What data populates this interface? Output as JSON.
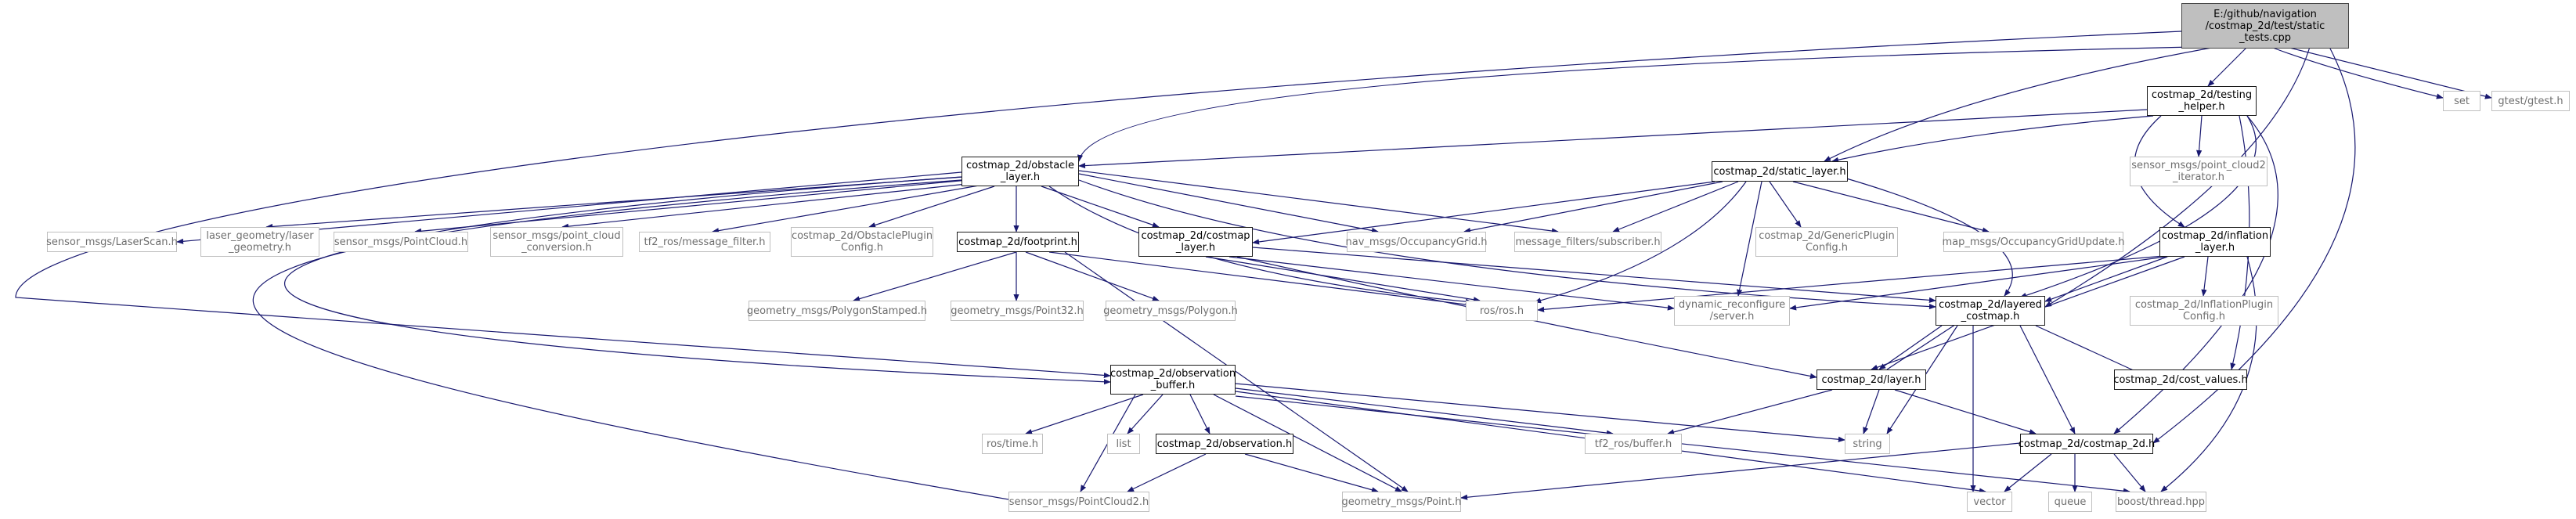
{
  "colors": {
    "edge": "#191970",
    "root_fill": "#bfbfbf",
    "documented_border": "#000000",
    "external_border": "#bfbfbf"
  },
  "nodes": {
    "root": {
      "lines": [
        "E:/github/navigation",
        "/costmap_2d/test/static",
        "_tests.cpp"
      ]
    },
    "testing_helper": {
      "lines": [
        "costmap_2d/testing",
        "_helper.h"
      ]
    },
    "set": {
      "lines": [
        "set"
      ]
    },
    "gtest": {
      "lines": [
        "gtest/gtest.h"
      ]
    },
    "obstacle_layer": {
      "lines": [
        "costmap_2d/obstacle",
        "_layer.h"
      ]
    },
    "static_layer": {
      "lines": [
        "costmap_2d/static_layer.h"
      ]
    },
    "point_cloud2_iterator": {
      "lines": [
        "sensor_msgs/point_cloud2",
        "_iterator.h"
      ]
    },
    "laser_scan": {
      "lines": [
        "sensor_msgs/LaserScan.h"
      ]
    },
    "laser_geometry": {
      "lines": [
        "laser_geometry/laser",
        "_geometry.h"
      ]
    },
    "point_cloud": {
      "lines": [
        "sensor_msgs/PointCloud.h"
      ]
    },
    "point_cloud_conversion": {
      "lines": [
        "sensor_msgs/point_cloud",
        "_conversion.h"
      ]
    },
    "message_filter": {
      "lines": [
        "tf2_ros/message_filter.h"
      ]
    },
    "obstacle_plugin_config": {
      "lines": [
        "costmap_2d/ObstaclePlugin",
        "Config.h"
      ]
    },
    "footprint": {
      "lines": [
        "costmap_2d/footprint.h"
      ]
    },
    "costmap_layer": {
      "lines": [
        "costmap_2d/costmap",
        "_layer.h"
      ]
    },
    "occupancy_grid": {
      "lines": [
        "nav_msgs/OccupancyGrid.h"
      ]
    },
    "subscriber": {
      "lines": [
        "message_filters/subscriber.h"
      ]
    },
    "generic_plugin_config": {
      "lines": [
        "costmap_2d/GenericPlugin",
        "Config.h"
      ]
    },
    "occupancy_grid_update": {
      "lines": [
        "map_msgs/OccupancyGridUpdate.h"
      ]
    },
    "inflation_layer": {
      "lines": [
        "costmap_2d/inflation",
        "_layer.h"
      ]
    },
    "polygon_stamped": {
      "lines": [
        "geometry_msgs/PolygonStamped.h"
      ]
    },
    "point32": {
      "lines": [
        "geometry_msgs/Point32.h"
      ]
    },
    "polygon": {
      "lines": [
        "geometry_msgs/Polygon.h"
      ]
    },
    "ros": {
      "lines": [
        "ros/ros.h"
      ]
    },
    "dynamic_reconfigure_server": {
      "lines": [
        "dynamic_reconfigure",
        "/server.h"
      ]
    },
    "layered_costmap": {
      "lines": [
        "costmap_2d/layered",
        "_costmap.h"
      ]
    },
    "inflation_plugin_config": {
      "lines": [
        "costmap_2d/InflationPlugin",
        "Config.h"
      ]
    },
    "observation_buffer": {
      "lines": [
        "costmap_2d/observation",
        "_buffer.h"
      ]
    },
    "layer": {
      "lines": [
        "costmap_2d/layer.h"
      ]
    },
    "cost_values": {
      "lines": [
        "costmap_2d/cost_values.h"
      ]
    },
    "ros_time": {
      "lines": [
        "ros/time.h"
      ]
    },
    "list": {
      "lines": [
        "list"
      ]
    },
    "observation": {
      "lines": [
        "costmap_2d/observation.h"
      ]
    },
    "tf2_buffer": {
      "lines": [
        "tf2_ros/buffer.h"
      ]
    },
    "string": {
      "lines": [
        "string"
      ]
    },
    "costmap_2d": {
      "lines": [
        "costmap_2d/costmap_2d.h"
      ]
    },
    "point_cloud2": {
      "lines": [
        "sensor_msgs/PointCloud2.h"
      ]
    },
    "point": {
      "lines": [
        "geometry_msgs/Point.h"
      ]
    },
    "vector": {
      "lines": [
        "vector"
      ]
    },
    "queue": {
      "lines": [
        "queue"
      ]
    },
    "thread": {
      "lines": [
        "boost/thread.hpp"
      ]
    }
  }
}
